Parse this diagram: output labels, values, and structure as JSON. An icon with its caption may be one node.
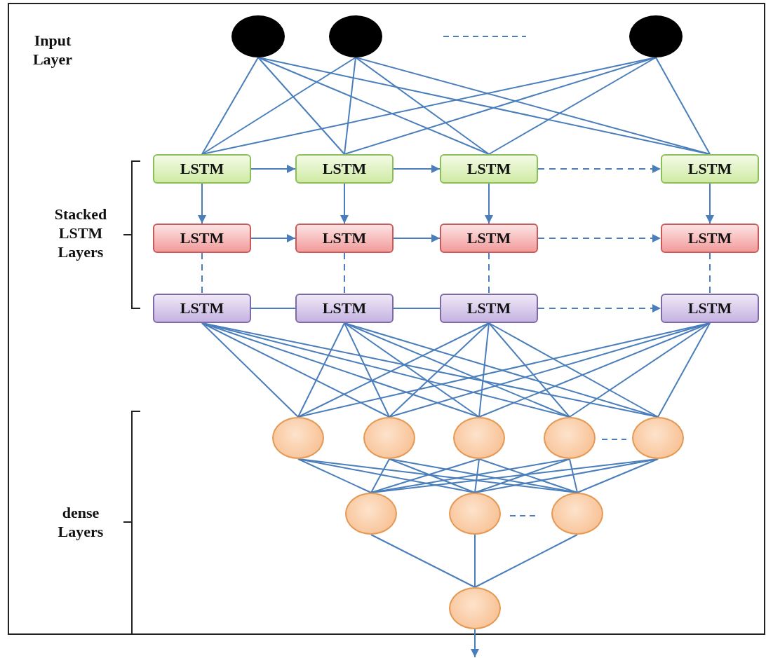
{
  "diagram": {
    "nodes": [
      {
        "text": [],
        "shape": "circle"
      },
      {
        "text": [],
        "shape": "circle"
      },
      {
        "text": [],
        "shape": "circle"
      },
      {
        "text": [
          "LSTM"
        ]
      },
      {
        "text": [
          "LSTM"
        ]
      },
      {
        "text": [
          "LSTM"
        ]
      },
      {
        "text": [
          "LSTM"
        ]
      },
      {
        "text": [
          "LSTM"
        ]
      },
      {
        "text": [
          "LSTM"
        ]
      },
      {
        "text": [
          "LSTM"
        ]
      },
      {
        "text": [
          "LSTM"
        ]
      },
      {
        "text": [
          "LSTM"
        ]
      },
      {
        "text": [
          "LSTM"
        ]
      },
      {
        "text": [
          "LSTM"
        ]
      },
      {
        "text": [
          "LSTM"
        ]
      },
      {
        "text": [],
        "shape": "circle"
      },
      {
        "text": [],
        "shape": "circle"
      },
      {
        "text": [],
        "shape": "circle"
      },
      {
        "text": [],
        "shape": "circle"
      },
      {
        "text": [],
        "shape": "circle"
      },
      {
        "text": [],
        "shape": "circle"
      },
      {
        "text": [],
        "shape": "circle"
      },
      {
        "text": [],
        "shape": "circle"
      },
      {
        "text": [],
        "shape": "circle"
      }
    ],
    "edges": [
      {
        "from": 0,
        "to": 3,
        "arrow": "none"
      },
      {
        "from": 0,
        "to": 4,
        "arrow": "none"
      },
      {
        "from": 0,
        "to": 5,
        "arrow": "none"
      },
      {
        "from": 0,
        "to": 6,
        "arrow": "none"
      },
      {
        "from": 1,
        "to": 3,
        "arrow": "none"
      },
      {
        "from": 1,
        "to": 4,
        "arrow": "none"
      },
      {
        "from": 1,
        "to": 5,
        "arrow": "none"
      },
      {
        "from": 1,
        "to": 6,
        "arrow": "none"
      },
      {
        "from": 2,
        "to": 3,
        "arrow": "none"
      },
      {
        "from": 2,
        "to": 4,
        "arrow": "none"
      },
      {
        "from": 2,
        "to": 5,
        "arrow": "none"
      },
      {
        "from": 2,
        "to": 6,
        "arrow": "none"
      },
      {
        "from": 3,
        "to": 4,
        "arrow": "to"
      },
      {
        "from": 4,
        "to": 5,
        "arrow": "to"
      },
      {
        "from": 5,
        "to": 6,
        "arrow": "to",
        "style": "dashed"
      },
      {
        "from": 3,
        "to": 7,
        "arrow": "to"
      },
      {
        "from": 4,
        "to": 8,
        "arrow": "to"
      },
      {
        "from": 5,
        "to": 9,
        "arrow": "to"
      },
      {
        "from": 6,
        "to": 10,
        "arrow": "to"
      },
      {
        "from": 7,
        "to": 8,
        "arrow": "to"
      },
      {
        "from": 8,
        "to": 9,
        "arrow": "to"
      },
      {
        "from": 9,
        "to": 10,
        "arrow": "to",
        "style": "dashed"
      },
      {
        "from": 7,
        "to": 11,
        "arrow": "none",
        "style": "dashed"
      },
      {
        "from": 8,
        "to": 12,
        "arrow": "none",
        "style": "dashed"
      },
      {
        "from": 9,
        "to": 13,
        "arrow": "none",
        "style": "dashed"
      },
      {
        "from": 10,
        "to": 14,
        "arrow": "none",
        "style": "dashed"
      },
      {
        "from": 11,
        "to": 12,
        "arrow": "none"
      },
      {
        "from": 12,
        "to": 13,
        "arrow": "none"
      },
      {
        "from": 13,
        "to": 14,
        "arrow": "to",
        "style": "dashed"
      },
      {
        "from": 11,
        "to": 15,
        "arrow": "none"
      },
      {
        "from": 11,
        "to": 16,
        "arrow": "none"
      },
      {
        "from": 11,
        "to": 17,
        "arrow": "none"
      },
      {
        "from": 11,
        "to": 18,
        "arrow": "none"
      },
      {
        "from": 11,
        "to": 19,
        "arrow": "none"
      },
      {
        "from": 12,
        "to": 15,
        "arrow": "none"
      },
      {
        "from": 12,
        "to": 16,
        "arrow": "none"
      },
      {
        "from": 12,
        "to": 17,
        "arrow": "none"
      },
      {
        "from": 12,
        "to": 18,
        "arrow": "none"
      },
      {
        "from": 12,
        "to": 19,
        "arrow": "none"
      },
      {
        "from": 13,
        "to": 15,
        "arrow": "none"
      },
      {
        "from": 13,
        "to": 16,
        "arrow": "none"
      },
      {
        "from": 13,
        "to": 17,
        "arrow": "none"
      },
      {
        "from": 13,
        "to": 18,
        "arrow": "none"
      },
      {
        "from": 13,
        "to": 19,
        "arrow": "none"
      },
      {
        "from": 14,
        "to": 15,
        "arrow": "none"
      },
      {
        "from": 14,
        "to": 16,
        "arrow": "none"
      },
      {
        "from": 14,
        "to": 17,
        "arrow": "none"
      },
      {
        "from": 14,
        "to": 18,
        "arrow": "none"
      },
      {
        "from": 14,
        "to": 19,
        "arrow": "none"
      },
      {
        "from": 15,
        "to": 20,
        "arrow": "none"
      },
      {
        "from": 15,
        "to": 21,
        "arrow": "none"
      },
      {
        "from": 15,
        "to": 22,
        "arrow": "none"
      },
      {
        "from": 16,
        "to": 20,
        "arrow": "none"
      },
      {
        "from": 16,
        "to": 21,
        "arrow": "none"
      },
      {
        "from": 16,
        "to": 22,
        "arrow": "none"
      },
      {
        "from": 17,
        "to": 20,
        "arrow": "none"
      },
      {
        "from": 17,
        "to": 21,
        "arrow": "none"
      },
      {
        "from": 17,
        "to": 22,
        "arrow": "none"
      },
      {
        "from": 18,
        "to": 20,
        "arrow": "none"
      },
      {
        "from": 18,
        "to": 21,
        "arrow": "none"
      },
      {
        "from": 18,
        "to": 22,
        "arrow": "none"
      },
      {
        "from": 19,
        "to": 20,
        "arrow": "none"
      },
      {
        "from": 19,
        "to": 21,
        "arrow": "none"
      },
      {
        "from": 19,
        "to": 22,
        "arrow": "none"
      },
      {
        "from": 20,
        "to": 23,
        "arrow": "none"
      },
      {
        "from": 21,
        "to": 23,
        "arrow": "none"
      },
      {
        "from": 22,
        "to": 23,
        "arrow": "none"
      },
      {
        "from": 23,
        "to": null,
        "arrow": "to"
      }
    ],
    "labels": [
      "Input Layer",
      "Stacked LSTM Layers",
      "dense Layers"
    ]
  }
}
